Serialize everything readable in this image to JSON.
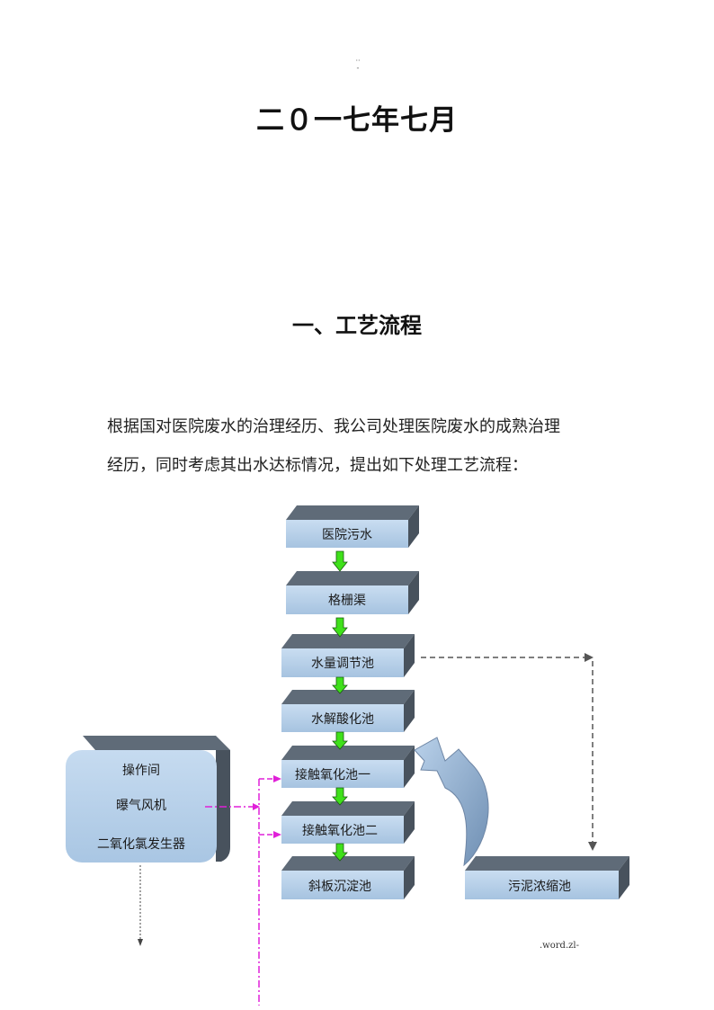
{
  "header_mark": "··\n-",
  "date_title": "二０一七年七月",
  "section_heading": "一、工艺流程",
  "paragraph": {
    "line1": "根据国对医院废水的治理经历、我公司处理医院废水的成熟治理",
    "line2": "经历，同时考虑其出水达标情况，提出如下处理工艺流程："
  },
  "flow": {
    "steps": [
      "医院污水",
      "格栅渠",
      "水量调节池",
      "水解酸化池",
      "接触氧化池一",
      "接触氧化池二",
      "斜板沉淀池"
    ],
    "sludge_tank": "污泥浓缩池",
    "equipment_room": {
      "title": "操作间",
      "item1": "曝气风机",
      "item2": "二氧化氯发生器"
    }
  },
  "footer_mark": ".word.zl-",
  "colors": {
    "box_front": "#b8d2ea",
    "box_top": "#5f6b78",
    "box_side": "#48525d",
    "flow_arrow": "#3fe01a",
    "air_line": "#e020d8",
    "dash_line": "#555555"
  }
}
